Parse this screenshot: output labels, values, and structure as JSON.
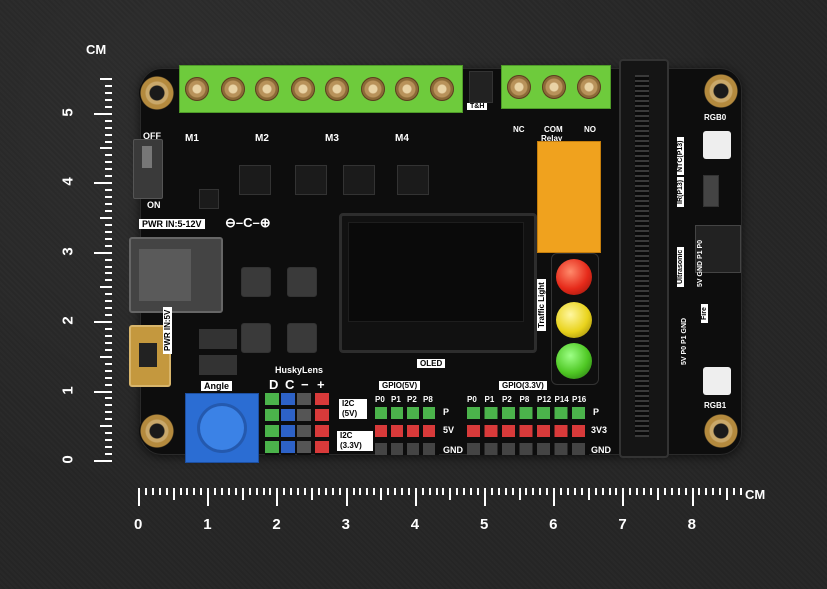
{
  "ruler_vertical": {
    "unit": "CM",
    "numbers": [
      "5",
      "4",
      "3",
      "2",
      "1",
      "0"
    ]
  },
  "ruler_horizontal": {
    "unit": "CM",
    "numbers": [
      "0",
      "1",
      "2",
      "3",
      "4",
      "5",
      "6",
      "7",
      "8"
    ]
  },
  "board": {
    "motor_labels": [
      "M1",
      "M2",
      "M3",
      "M4"
    ],
    "relay_labels": [
      "NC",
      "COM",
      "NO"
    ],
    "relay_title": "Relay",
    "switch_labels": {
      "off": "OFF",
      "on": "ON"
    },
    "power_in": "PWR IN:5-12V",
    "power_in_usb": "PWR IN:5V",
    "oled_label": "OLED",
    "traffic_label": "Traffic Light",
    "angle_label": "Angle",
    "huskylens_label": "HuskyLens",
    "huskylens_pins": [
      "D",
      "C",
      "−",
      "+"
    ],
    "i2c_5v": "I2C (5V)",
    "i2c_33v": "I2C (3.3V)",
    "gpio5v_label": "GPIO(5V)",
    "gpio5v_pins": [
      "P0",
      "P1",
      "P2",
      "P8"
    ],
    "gpio33v_label": "GPIO(3.3V)",
    "gpio33v_pins": [
      "P0",
      "P1",
      "P2",
      "P8",
      "P12",
      "P14",
      "P16"
    ],
    "rail_labels": [
      "P",
      "5V",
      "GND"
    ],
    "rail_labels_33": [
      "P",
      "3V3",
      "GND"
    ],
    "rgb_labels": [
      "RGB0",
      "RGB1"
    ],
    "ultrasonic_label": "Ultrasonic",
    "ir_label": "IR(P13)",
    "ntc_label": "NTC(P13)",
    "fire_label": "Fire",
    "th_label": "T&H",
    "side_pins": "5V GND P1 P0",
    "side_pins2": "5V P0 P1 GND"
  }
}
